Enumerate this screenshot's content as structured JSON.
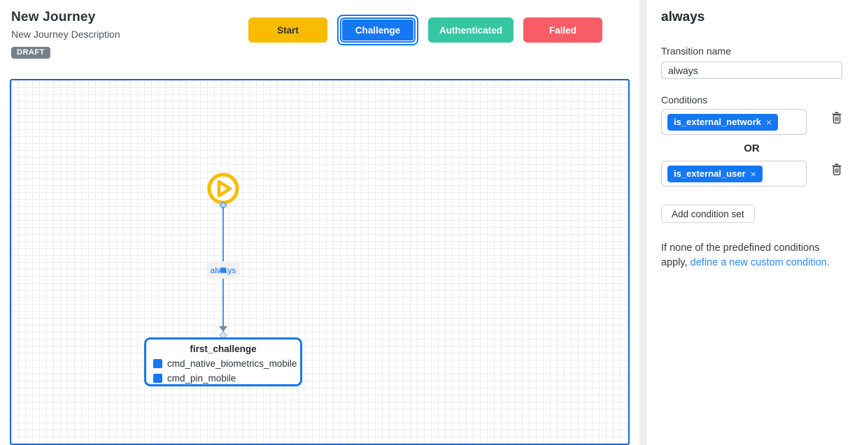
{
  "header": {
    "title": "New Journey",
    "subtitle": "New Journey Description",
    "status_badge": "DRAFT",
    "states": [
      {
        "label": "Start",
        "color": "#f9bb00",
        "selected": false
      },
      {
        "label": "Challenge",
        "color": "#1677f2",
        "selected": true
      },
      {
        "label": "Authenticated",
        "color": "#35c6a2",
        "selected": false
      },
      {
        "label": "Failed",
        "color": "#f85c67",
        "selected": false
      }
    ]
  },
  "canvas": {
    "start_icon": "play-circle",
    "edge_label": "always",
    "node": {
      "title": "first_challenge",
      "items": [
        "cmd_native_biometrics_mobile",
        "cmd_pin_mobile"
      ]
    }
  },
  "panel": {
    "title": "always",
    "transition_name_label": "Transition name",
    "transition_name_value": "always",
    "conditions_label": "Conditions",
    "or_label": "OR",
    "condition_sets": [
      {
        "chips": [
          "is_external_network"
        ]
      },
      {
        "chips": [
          "is_external_user"
        ]
      }
    ],
    "chip_remove_glyph": "×",
    "add_condition_set_label": "Add condition set",
    "custom_note_text": "If none of the predefined conditions apply,",
    "custom_note_link": "define a new custom condition."
  },
  "colors": {
    "accent_blue": "#1677f2",
    "canvas_border": "#1465dc",
    "edge_line": "#3b97f2",
    "start_yellow": "#f9bb00",
    "authenticated_teal": "#35c6a2",
    "failed_red": "#f85c67",
    "badge_gray": "#75808a"
  }
}
